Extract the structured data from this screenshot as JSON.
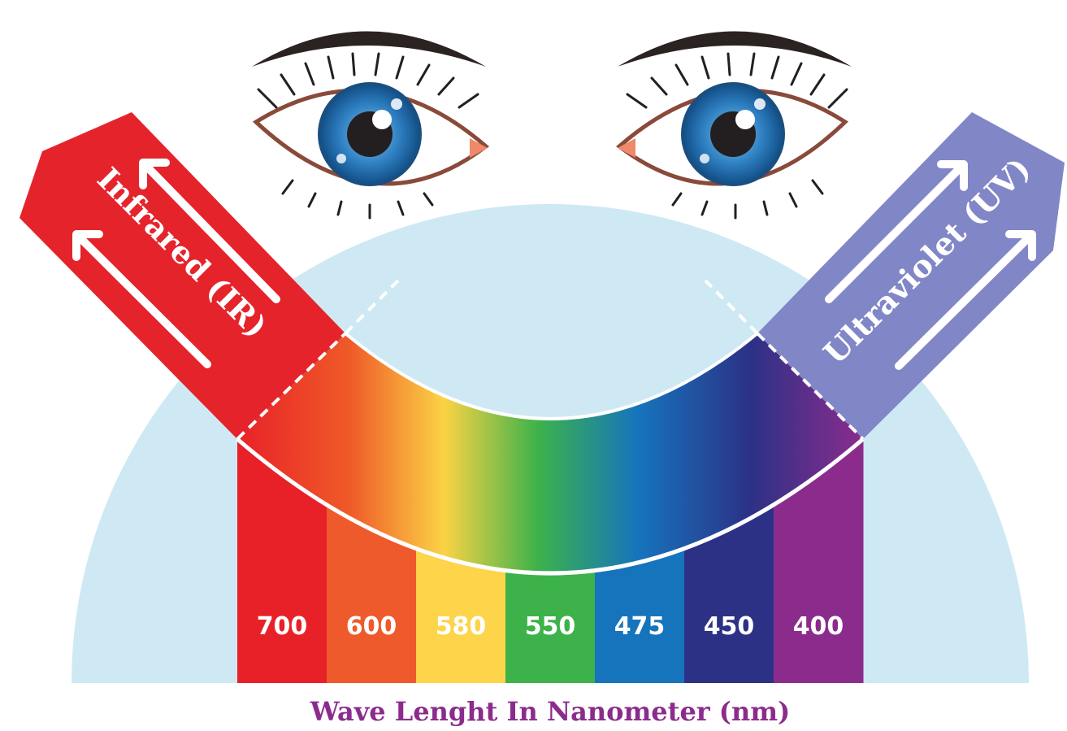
{
  "caption": "Wave Lenght In Nanometer (nm)",
  "infrared_label": "Infrared (IR)",
  "ultraviolet_label": "Ultraviolet (UV)",
  "bands": [
    {
      "label": "700",
      "color": "#e82128"
    },
    {
      "label": "600",
      "color": "#ee5a2b"
    },
    {
      "label": "580",
      "color": "#fdd44a"
    },
    {
      "label": "550",
      "color": "#3db24a"
    },
    {
      "label": "475",
      "color": "#1674bd"
    },
    {
      "label": "450",
      "color": "#2c3186"
    },
    {
      "label": "400",
      "color": "#8b2c8d"
    }
  ],
  "colors": {
    "background_dome": "#cfe9f4",
    "infrared": "#e5232b",
    "ultraviolet": "#8186c7",
    "caption": "#8b2c8d",
    "iris": "#2e7fc1"
  },
  "icons": [
    "left-eye-icon",
    "right-eye-icon",
    "infrared-arrow-icon",
    "ultraviolet-arrow-icon"
  ]
}
